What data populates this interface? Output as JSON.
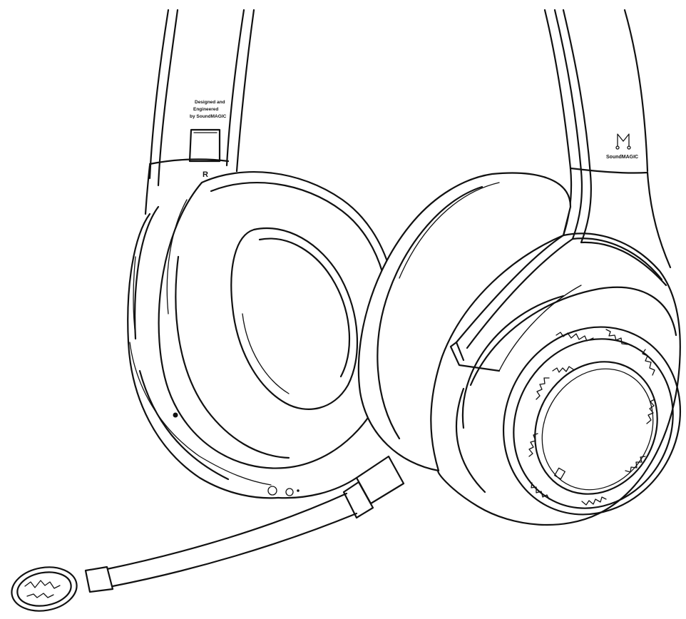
{
  "illustration": {
    "left_side_label": "R",
    "headband_print": [
      "Designed and",
      "Engineered",
      "by SoundMAGIC"
    ],
    "logo_glyph": "M",
    "brand_name": "SoundMAGIC"
  }
}
